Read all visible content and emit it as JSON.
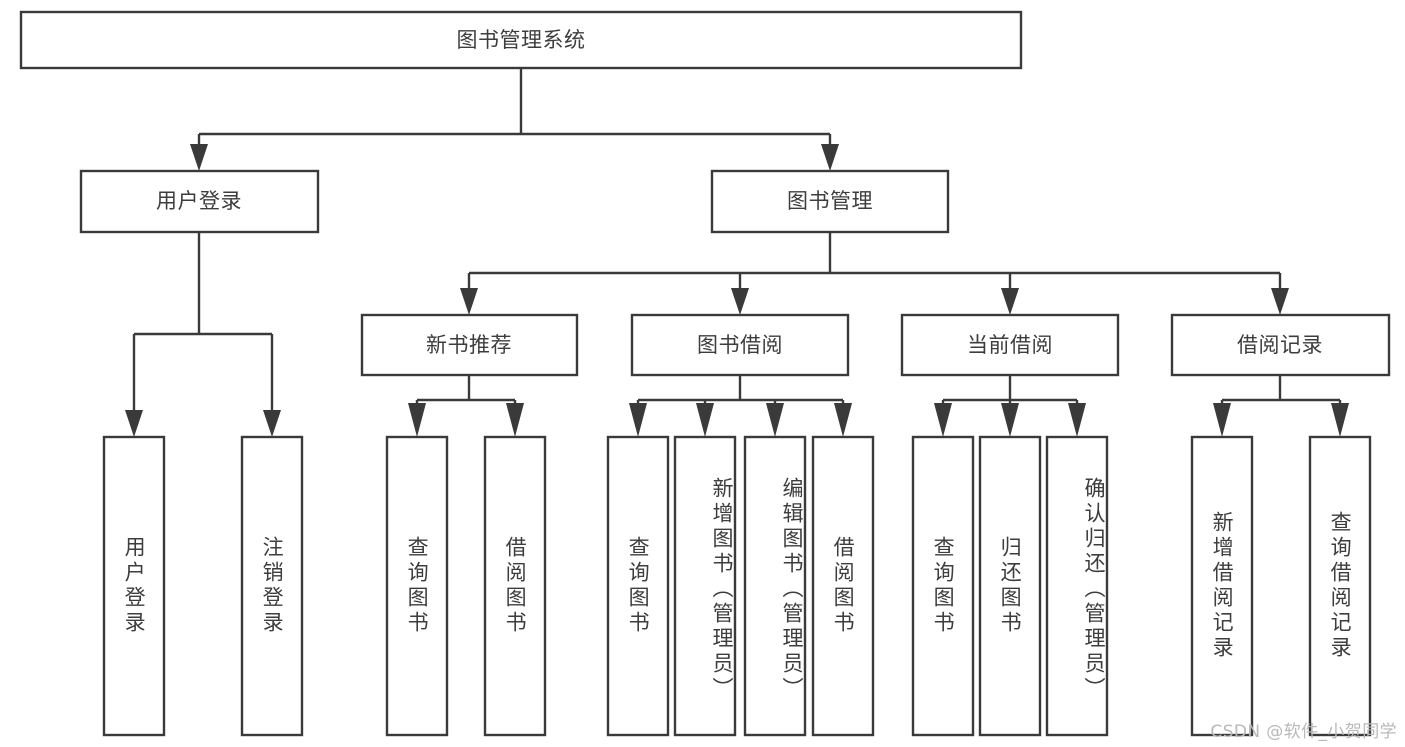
{
  "diagram": {
    "type": "tree-hierarchy-flowchart",
    "title": "图书管理系统",
    "root": {
      "id": "root",
      "label": "图书管理系统"
    },
    "level1": [
      {
        "id": "user-login",
        "label": "用户登录"
      },
      {
        "id": "book-management",
        "label": "图书管理"
      }
    ],
    "level2": [
      {
        "id": "new-book-recommend",
        "label": "新书推荐",
        "parent": "book-management"
      },
      {
        "id": "book-borrow",
        "label": "图书借阅",
        "parent": "book-management"
      },
      {
        "id": "current-borrow",
        "label": "当前借阅",
        "parent": "book-management"
      },
      {
        "id": "borrow-record",
        "label": "借阅记录",
        "parent": "book-management"
      }
    ],
    "leaves": [
      {
        "id": "leaf-user-login",
        "label": "用户登录",
        "parent": "user-login"
      },
      {
        "id": "leaf-logout-login",
        "label": "注销登录",
        "parent": "user-login"
      },
      {
        "id": "leaf-query-book-1",
        "label": "查询图书",
        "parent": "new-book-recommend"
      },
      {
        "id": "leaf-borrow-book-1",
        "label": "借阅图书",
        "parent": "new-book-recommend"
      },
      {
        "id": "leaf-query-book-2",
        "label": "查询图书",
        "parent": "book-borrow"
      },
      {
        "id": "leaf-add-book",
        "label": "新增图书（管理员）",
        "parent": "book-borrow"
      },
      {
        "id": "leaf-edit-book",
        "label": "编辑图书（管理员）",
        "parent": "book-borrow"
      },
      {
        "id": "leaf-borrow-book-2",
        "label": "借阅图书",
        "parent": "book-borrow"
      },
      {
        "id": "leaf-query-book-3",
        "label": "查询图书",
        "parent": "current-borrow"
      },
      {
        "id": "leaf-return-book",
        "label": "归还图书",
        "parent": "current-borrow"
      },
      {
        "id": "leaf-confirm-return",
        "label": "确认归还（管理员）",
        "parent": "current-borrow"
      },
      {
        "id": "leaf-add-record",
        "label": "新增借阅记录",
        "parent": "borrow-record"
      },
      {
        "id": "leaf-query-record",
        "label": "查询借阅记录",
        "parent": "borrow-record"
      }
    ],
    "colors": {
      "box_stroke": "#3a3a3a",
      "box_fill": "#ffffff",
      "text": "#3d3d3d",
      "connector": "#3a3a3a",
      "background": "#ffffff",
      "watermark": "#b9b9b9"
    }
  },
  "watermark": {
    "text": "CSDN @软件_小贺同学"
  }
}
